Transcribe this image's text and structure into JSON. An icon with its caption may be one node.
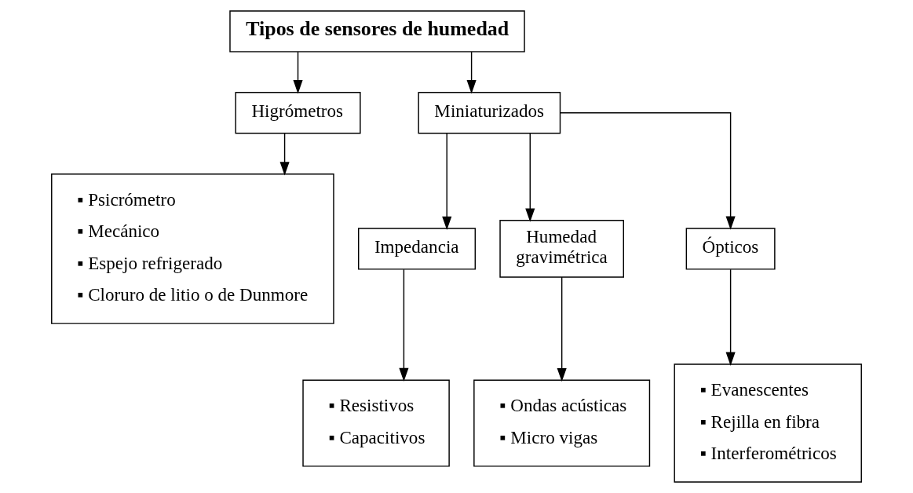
{
  "diagram": {
    "nodes": [
      {
        "text": [
          "Tipos de sensores de humedad"
        ]
      },
      {
        "text": [
          "Higrómetros"
        ]
      },
      {
        "text": [
          "Miniaturizados"
        ]
      },
      {
        "text": [
          "▪ Psicrómetro",
          "▪ Mecánico",
          "▪ Espejo refrigerado",
          "▪ Cloruro de litio o de Dunmore"
        ]
      },
      {
        "text": [
          "Impedancia"
        ]
      },
      {
        "text": [
          "Humedad gravimétrica"
        ]
      },
      {
        "text": [
          "Ópticos"
        ]
      },
      {
        "text": [
          "▪ Resistivos",
          "▪ Capacitivos"
        ]
      },
      {
        "text": [
          "▪ Ondas acústicas",
          "▪ Micro vigas"
        ]
      },
      {
        "text": [
          "▪ Evanescentes",
          "▪ Rejilla en fibra",
          "▪ Interferométricos"
        ]
      }
    ],
    "edges": [
      {
        "from": 0,
        "to": 1,
        "arrow": "to"
      },
      {
        "from": 0,
        "to": 2,
        "arrow": "to"
      },
      {
        "from": 1,
        "to": 3,
        "arrow": "to"
      },
      {
        "from": 2,
        "to": 4,
        "arrow": "to"
      },
      {
        "from": 2,
        "to": 5,
        "arrow": "to"
      },
      {
        "from": 2,
        "to": 6,
        "arrow": "to"
      },
      {
        "from": 4,
        "to": 7,
        "arrow": "to"
      },
      {
        "from": 5,
        "to": 8,
        "arrow": "to"
      },
      {
        "from": 6,
        "to": 9,
        "arrow": "to"
      }
    ]
  }
}
